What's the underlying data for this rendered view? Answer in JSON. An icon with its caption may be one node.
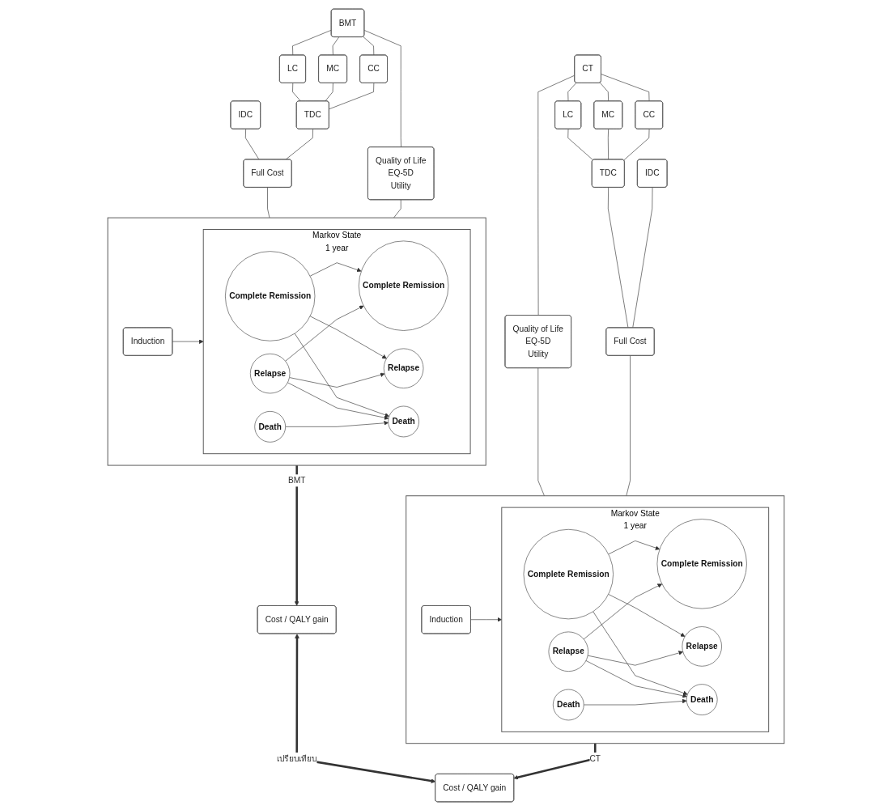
{
  "diagram": {
    "nodes": [
      {
        "text": [
          "BMT"
        ]
      },
      {
        "text": [
          "LC"
        ]
      },
      {
        "text": [
          "MC"
        ]
      },
      {
        "text": [
          "CC"
        ]
      },
      {
        "text": [
          "IDC"
        ]
      },
      {
        "text": [
          "TDC"
        ]
      },
      {
        "text": [
          "Full Cost"
        ]
      },
      {
        "text": [
          "Quality of Life",
          "EQ-5D",
          "Utility"
        ]
      },
      {
        "text": [],
        "shape": "box"
      },
      {
        "text": [
          "Induction"
        ],
        "in": 8
      },
      {
        "text": [
          "Markov State",
          "1 year"
        ],
        "in": 8
      },
      {
        "text": [
          "Complete Remission"
        ],
        "in": 10
      },
      {
        "text": [
          "Relapse"
        ],
        "in": 10
      },
      {
        "text": [
          "Death"
        ],
        "in": 10
      },
      {
        "text": [
          "Complete Remission"
        ],
        "in": 10
      },
      {
        "text": [
          "Relapse"
        ],
        "in": 10
      },
      {
        "text": [
          "Death"
        ],
        "in": 10
      },
      {
        "text": [
          "Cost / QALY gain"
        ]
      },
      {
        "text": [
          "CT"
        ]
      },
      {
        "text": [
          "Quality of Life",
          "EQ-5D",
          "Utility"
        ]
      },
      {
        "text": [
          "LC"
        ]
      },
      {
        "text": [
          "MC"
        ]
      },
      {
        "text": [
          "CC"
        ]
      },
      {
        "text": [
          "TDC"
        ]
      },
      {
        "text": [
          "IDC"
        ]
      },
      {
        "text": [
          "Full Cost"
        ]
      },
      {
        "text": [],
        "shape": "box"
      },
      {
        "text": [
          "Induction"
        ],
        "in": 26
      },
      {
        "text": [
          "Markov State",
          "1 year"
        ],
        "in": 26
      },
      {
        "text": [
          "Complete Remission"
        ],
        "in": 28
      },
      {
        "text": [
          "Relapse"
        ],
        "in": 28
      },
      {
        "text": [
          "Death"
        ],
        "in": 28
      },
      {
        "text": [
          "Complete Remission"
        ],
        "in": 28
      },
      {
        "text": [
          "Relapse"
        ],
        "in": 28
      },
      {
        "text": [
          "Death"
        ],
        "in": 28
      },
      {
        "text": [
          "Cost / QALY gain"
        ]
      }
    ],
    "edges": [
      {
        "from": 0,
        "to": 1,
        "arrow": "none"
      },
      {
        "from": 0,
        "to": 2,
        "arrow": "none"
      },
      {
        "from": 0,
        "to": 3,
        "arrow": "none"
      },
      {
        "from": 0,
        "to": 7,
        "arrow": "none"
      },
      {
        "from": 1,
        "to": 5,
        "arrow": "none"
      },
      {
        "from": 2,
        "to": 5,
        "arrow": "none"
      },
      {
        "from": 3,
        "to": 5,
        "arrow": "none"
      },
      {
        "from": 4,
        "to": 6,
        "arrow": "none"
      },
      {
        "from": 5,
        "to": 6,
        "arrow": "none"
      },
      {
        "from": 6,
        "to": 8,
        "arrow": "none"
      },
      {
        "from": 7,
        "to": 8,
        "arrow": "none"
      },
      {
        "from": 9,
        "to": 10,
        "arrow": "to"
      },
      {
        "from": 11,
        "to": 14,
        "arrow": "to"
      },
      {
        "from": 11,
        "to": 15,
        "arrow": "to"
      },
      {
        "from": 11,
        "to": 16,
        "arrow": "to"
      },
      {
        "from": 12,
        "to": 14,
        "arrow": "to"
      },
      {
        "from": 12,
        "to": 15,
        "arrow": "to"
      },
      {
        "from": 12,
        "to": 16,
        "arrow": "to"
      },
      {
        "from": 13,
        "to": 16,
        "arrow": "to"
      },
      {
        "from": 8,
        "to": 17,
        "arrow": "to",
        "label": "BMT",
        "style": "thick"
      },
      {
        "from": 18,
        "to": 19,
        "arrow": "none"
      },
      {
        "from": 18,
        "to": 20,
        "arrow": "none"
      },
      {
        "from": 18,
        "to": 21,
        "arrow": "none"
      },
      {
        "from": 18,
        "to": 22,
        "arrow": "none"
      },
      {
        "from": 20,
        "to": 23,
        "arrow": "none"
      },
      {
        "from": 21,
        "to": 23,
        "arrow": "none"
      },
      {
        "from": 22,
        "to": 23,
        "arrow": "none"
      },
      {
        "from": 23,
        "to": 25,
        "arrow": "none"
      },
      {
        "from": 24,
        "to": 25,
        "arrow": "none"
      },
      {
        "from": 19,
        "to": 26,
        "arrow": "none"
      },
      {
        "from": 25,
        "to": 26,
        "arrow": "none"
      },
      {
        "from": 27,
        "to": 28,
        "arrow": "to"
      },
      {
        "from": 29,
        "to": 32,
        "arrow": "to"
      },
      {
        "from": 29,
        "to": 33,
        "arrow": "to"
      },
      {
        "from": 29,
        "to": 34,
        "arrow": "to"
      },
      {
        "from": 30,
        "to": 32,
        "arrow": "to"
      },
      {
        "from": 30,
        "to": 33,
        "arrow": "to"
      },
      {
        "from": 30,
        "to": 34,
        "arrow": "to"
      },
      {
        "from": 31,
        "to": 34,
        "arrow": "to"
      },
      {
        "from": 26,
        "to": 35,
        "arrow": "to",
        "label": "CT",
        "style": "thick"
      },
      {
        "from": 17,
        "to": 35,
        "arrow": "both",
        "label": "เปรียบเทียบ",
        "style": "thick"
      }
    ]
  }
}
